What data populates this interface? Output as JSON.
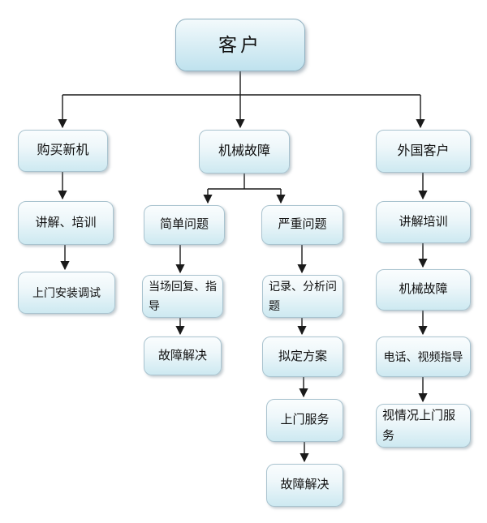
{
  "diagram": {
    "type": "flowchart",
    "root_label": "客户"
  },
  "colors": {
    "node_fill_top": "#fafdfe",
    "node_fill_bottom": "#cde9f1",
    "node_border": "#a9c3cf",
    "root_fill_bottom": "#bfe2ee",
    "root_border": "#8fb0c0",
    "connector": "#1a1a1a",
    "text": "#111111",
    "background": "#ffffff"
  },
  "nodes": {
    "customer": "客户",
    "buy_new_machine": "购买新机",
    "mechanical_fault": "机械故障",
    "foreign_customer": "外国客户",
    "explain_training": "讲解、培训",
    "onsite_install_debug": "上门安装调试",
    "simple_problem": "简单问题",
    "severe_problem": "严重问题",
    "onspot_reply_guide": "当场回复、指导",
    "fault_solved_simple": "故障解决",
    "record_analyze_problem": "记录、分析问题",
    "draft_plan": "拟定方案",
    "onsite_service": "上门服务",
    "fault_solved_severe": "故障解决",
    "explain_training_foreign": "讲解培训",
    "mechanical_fault_foreign": "机械故障",
    "phone_video_guide": "电话、视频指导",
    "onsite_service_as_needed": "视情况上门服务"
  }
}
